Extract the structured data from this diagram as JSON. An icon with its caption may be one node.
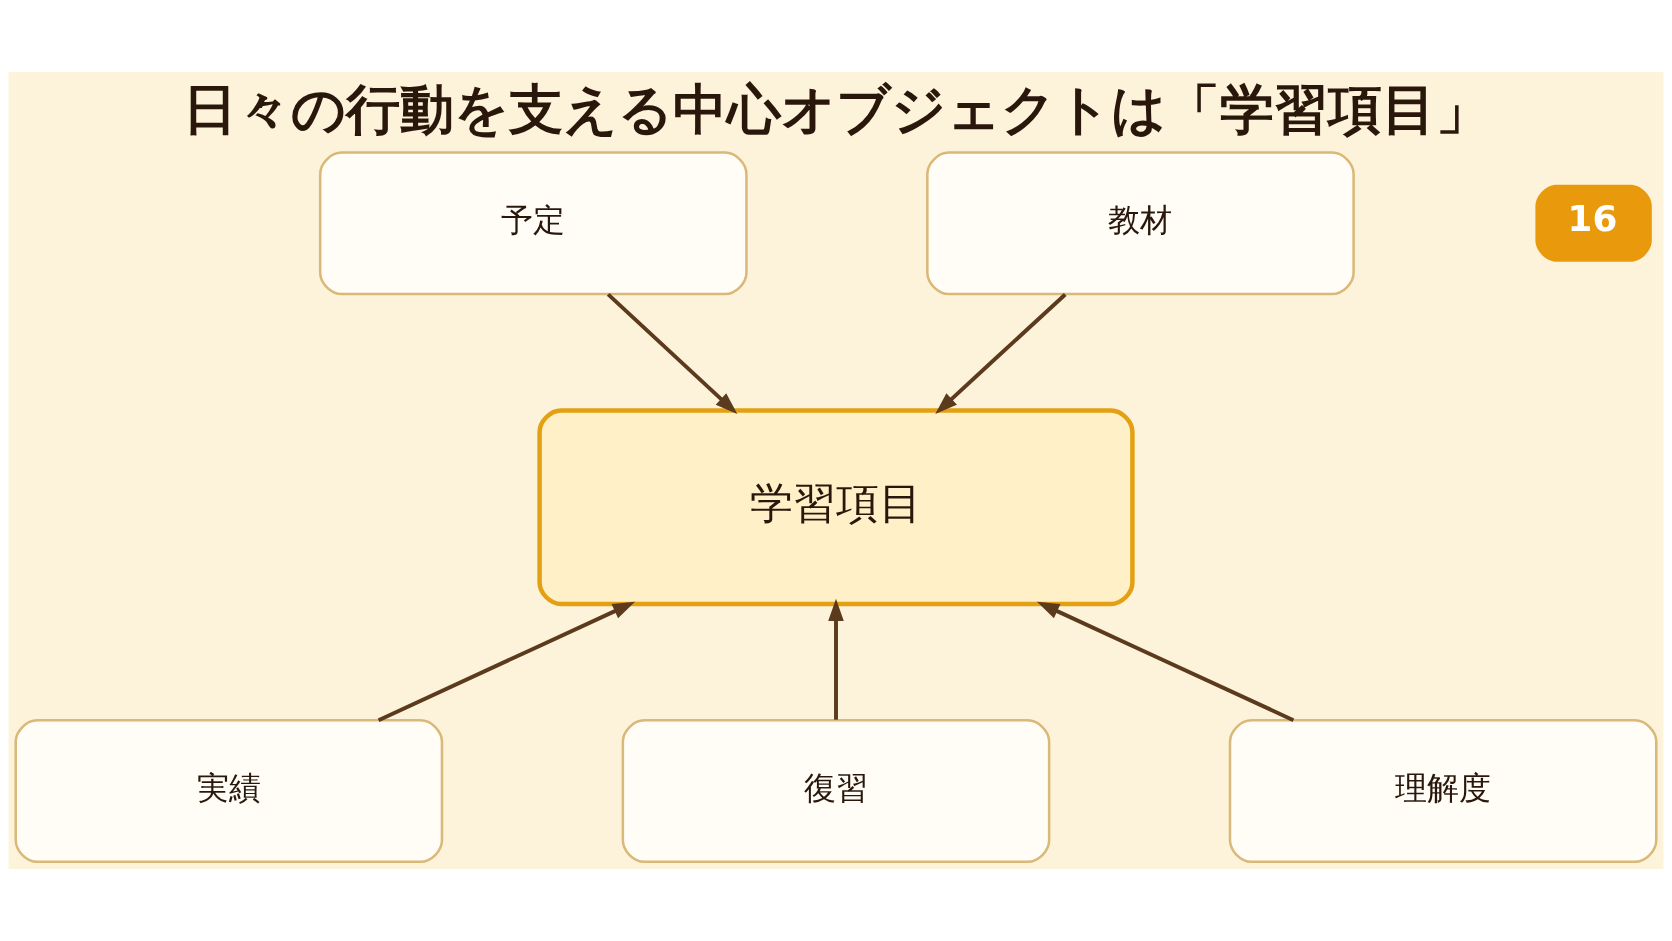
{
  "diagram": {
    "title": "日々の行動を支える中心オブジェクトは「学習項目」",
    "nodes": [
      {
        "text": [
          "予定"
        ]
      },
      {
        "text": [
          "教材"
        ]
      },
      {
        "text": [
          "学習項目"
        ]
      },
      {
        "text": [
          "実績"
        ]
      },
      {
        "text": [
          "復習"
        ]
      },
      {
        "text": [
          "理解度"
        ]
      }
    ],
    "edges": [
      {
        "from": 0,
        "to": 2,
        "arrow": "to"
      },
      {
        "from": 1,
        "to": 2,
        "arrow": "to"
      },
      {
        "from": 3,
        "to": 2,
        "arrow": "to"
      },
      {
        "from": 4,
        "to": 2,
        "arrow": "to"
      },
      {
        "from": 5,
        "to": 2,
        "arrow": "to"
      }
    ],
    "labels": [
      "16"
    ]
  }
}
